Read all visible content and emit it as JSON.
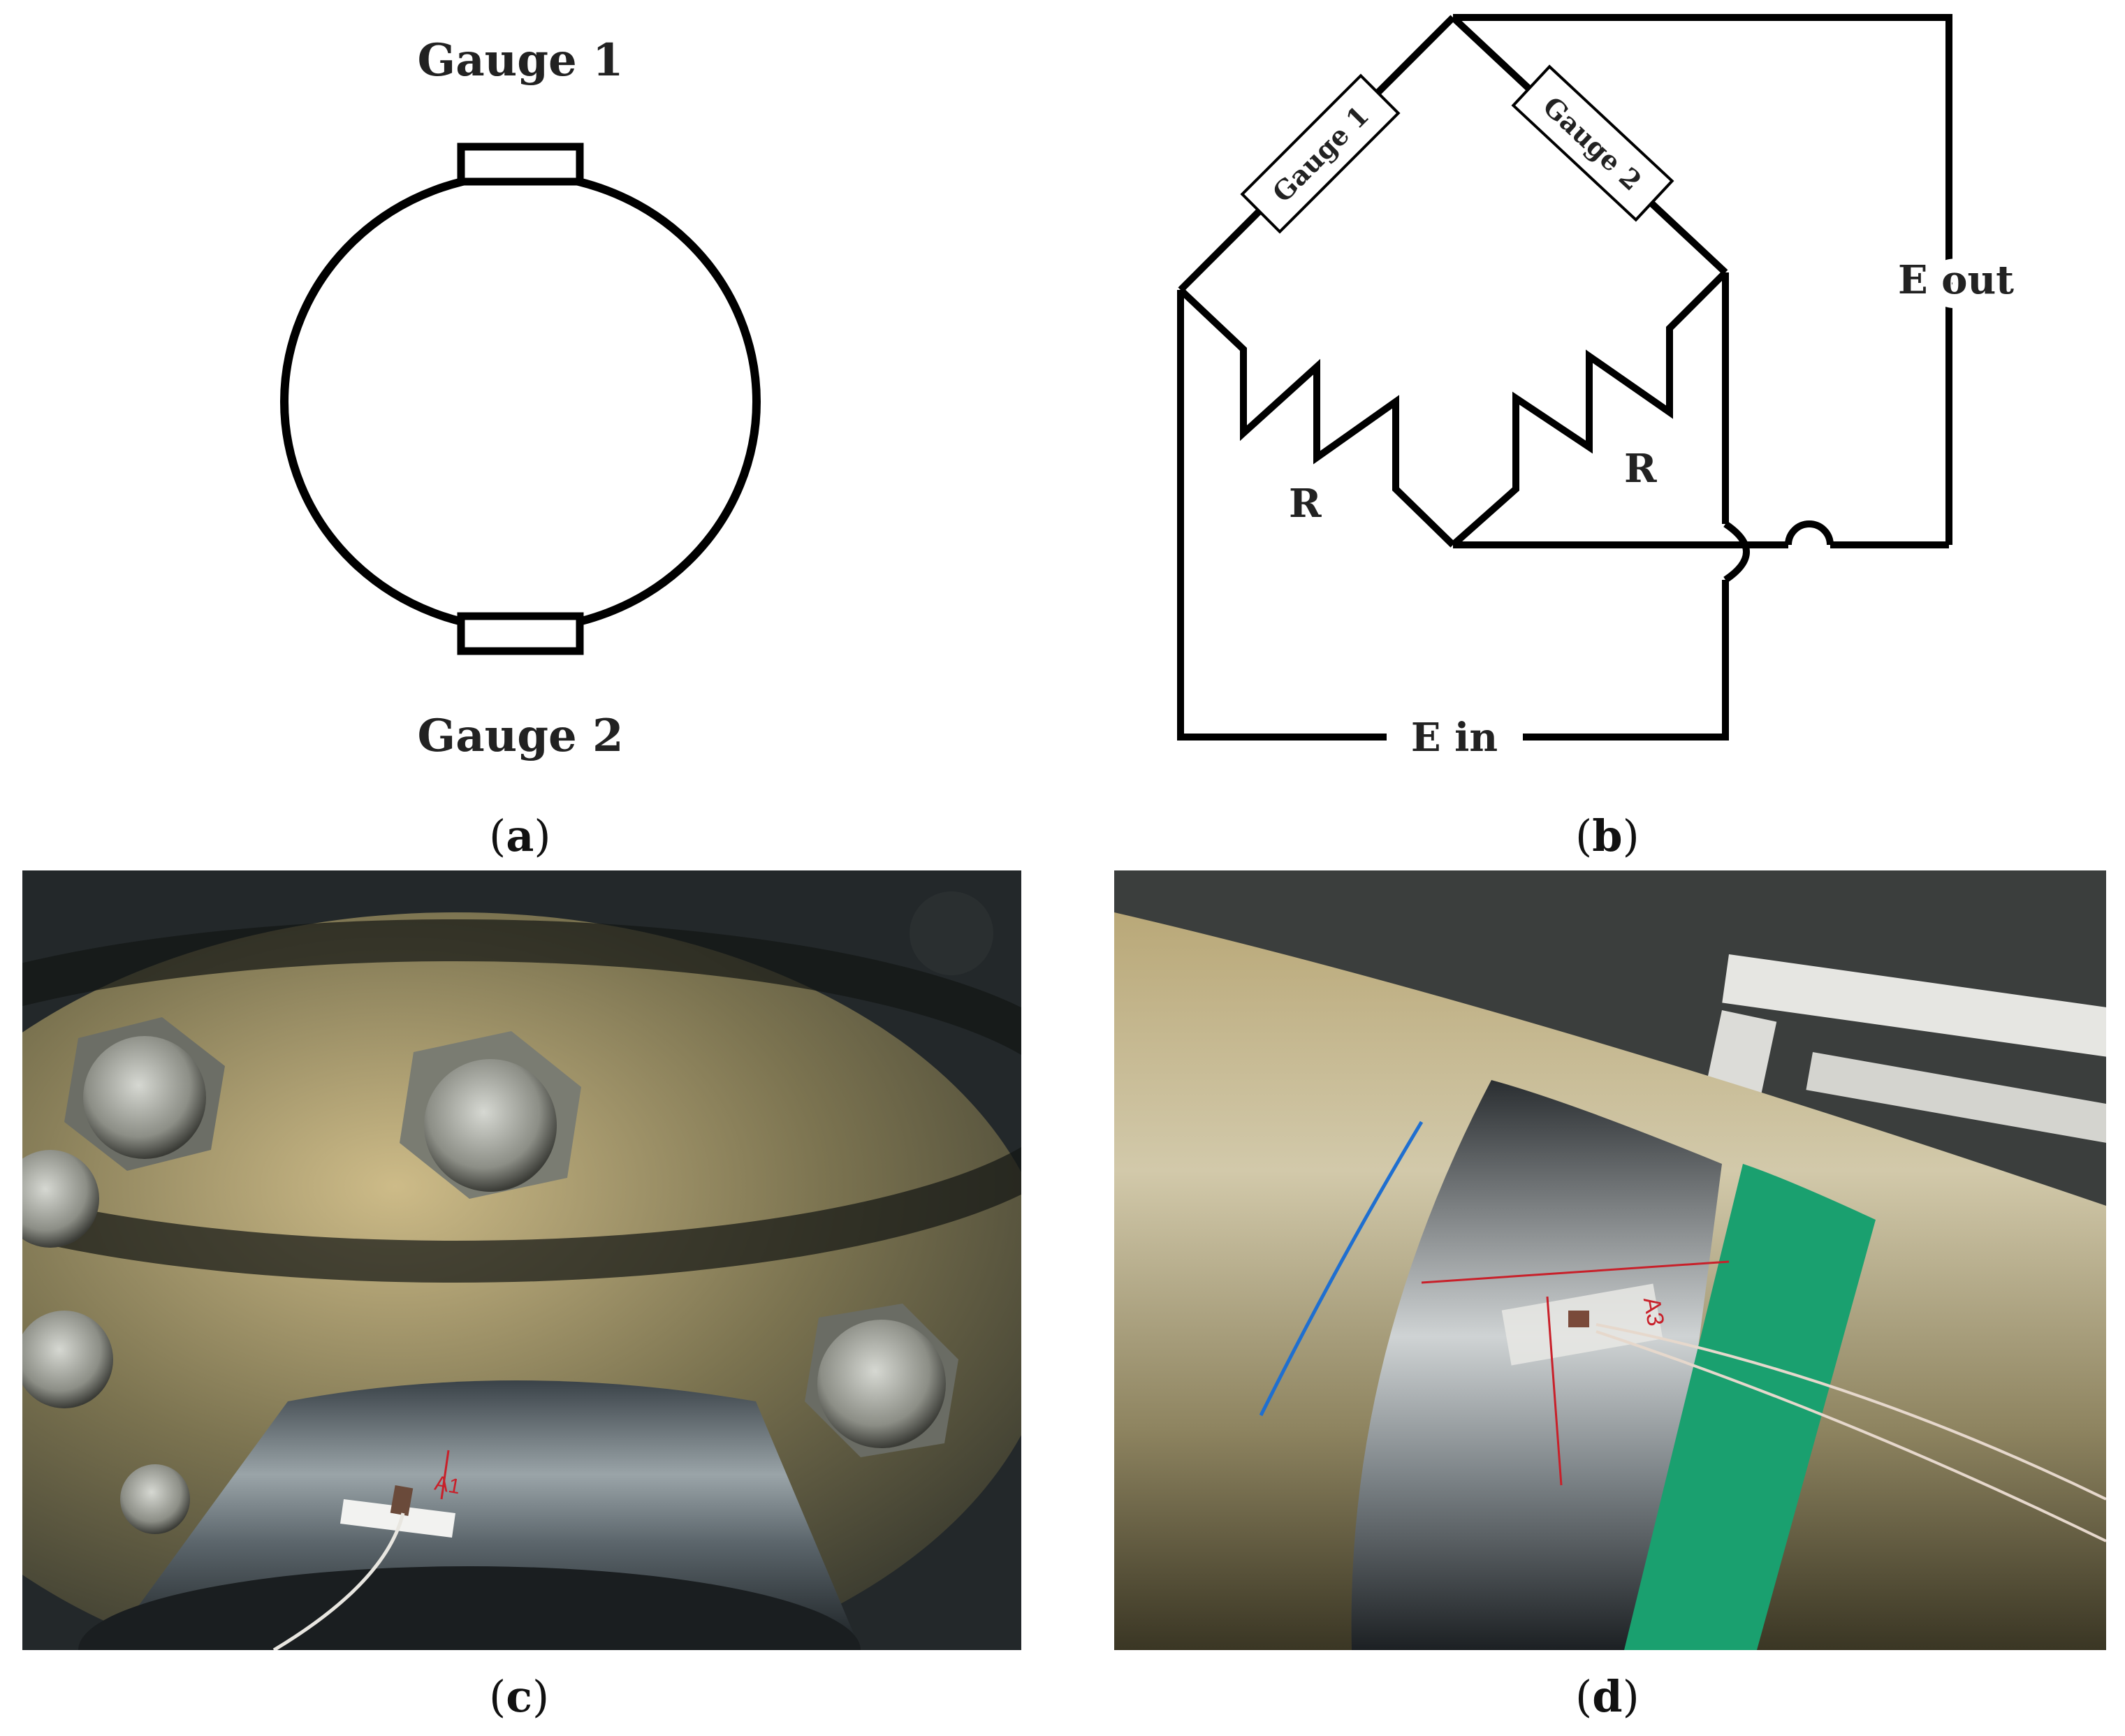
{
  "panel_a": {
    "gauge_top": "Gauge 1",
    "gauge_bottom": "Gauge 2",
    "caption_letter": "a"
  },
  "panel_b": {
    "gauge_left": "Gauge 1",
    "gauge_right": "Gauge 2",
    "resistor_left": "R",
    "resistor_right": "R",
    "output_label": "E out",
    "input_label": "E in",
    "caption_letter": "b"
  },
  "panel_c": {
    "gauge_marker": "A1",
    "caption_letter": "c"
  },
  "panel_d": {
    "gauge_marker": "A3",
    "caption_letter": "d"
  },
  "colors": {
    "line": "#000000",
    "green_tape": "#1aa06f",
    "marker_red": "#c8202a",
    "blue_mark": "#1f6fd0"
  }
}
